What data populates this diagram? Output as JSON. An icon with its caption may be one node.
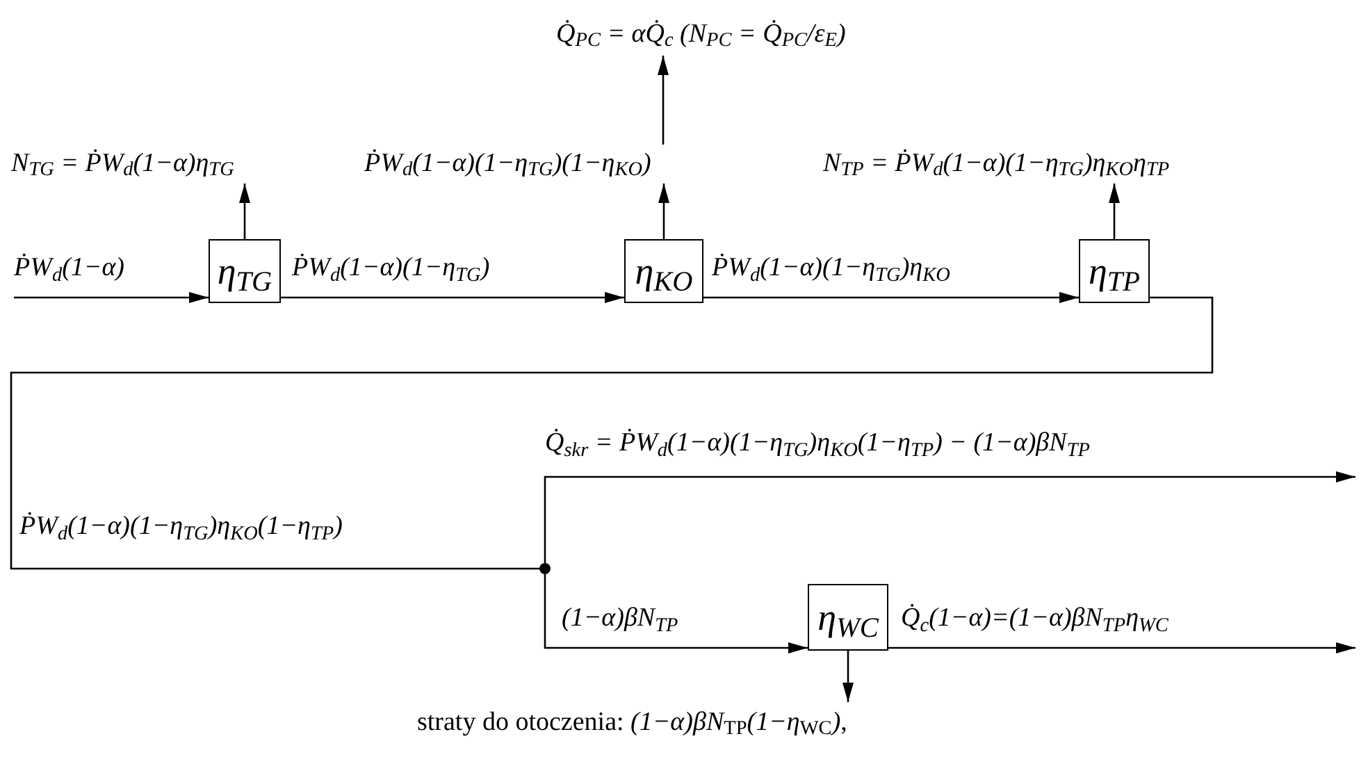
{
  "diagram": {
    "nodes": [
      {
        "text": [
          "η$_{TG}$"
        ]
      },
      {
        "text": [
          "η$_{KO}$"
        ]
      },
      {
        "text": [
          "η$_{TP}$"
        ]
      },
      {
        "text": [
          "η$_{WC}$"
        ]
      },
      {
        "text": [],
        "shape": "circle"
      },
      {
        "text": [
          "N$_{TG}$ = ṖW$_{d}$(1−α)η$_{TG}$"
        ]
      },
      {
        "text": [
          "ṖW$_{d}$(1−α)(1−η$_{TG}$)(1−η$_{KO}$)"
        ]
      },
      {
        "text": [
          "Q̇$_{PC}$ = αQ̇$_{c}$  (N$_{PC}$ = Q̇$_{PC}$/ε$_{E}$)"
        ]
      },
      {
        "text": [
          "N$_{TP}$ = ṖW$_{d}$(1−α)(1−η$_{TG}$)η$_{KO}$η$_{TP}$"
        ]
      },
      {
        "text": [
          "straty do otoczenia: *(1−α)βN*$_{TP}$*(1−η*$_{WC}$*)*,"
        ]
      }
    ],
    "edges": [
      {
        "from": null,
        "to": 0,
        "arrow": "to",
        "label": "ṖW$_{d}$(1−α)"
      },
      {
        "from": 0,
        "to": 1,
        "arrow": "to",
        "label": "ṖW$_{d}$(1−α)(1−η$_{TG}$)"
      },
      {
        "from": 1,
        "to": 2,
        "arrow": "to",
        "label": "ṖW$_{d}$(1−α)(1−η$_{TG}$)η$_{KO}$"
      },
      {
        "from": 2,
        "to": 4,
        "arrow": "none",
        "label": "ṖW$_{d}$(1−α)(1−η$_{TG}$)η$_{KO}$(1−η$_{TP}$)"
      },
      {
        "from": 4,
        "to": null,
        "arrow": "to",
        "label": "Q̇$_{skr}$ = ṖW$_{d}$(1−α)(1−η$_{TG}$)η$_{KO}$(1−η$_{TP}$) − (1−α)βN$_{TP}$"
      },
      {
        "from": 4,
        "to": 3,
        "arrow": "to",
        "label": "(1−α)βN$_{TP}$"
      },
      {
        "from": 3,
        "to": null,
        "arrow": "to",
        "label": "Q̇$_{c}$(1−α)=(1−α)βN$_{TP}$η$_{WC}$"
      },
      {
        "from": 0,
        "to": 5,
        "arrow": "to"
      },
      {
        "from": 1,
        "to": 6,
        "arrow": "to"
      },
      {
        "from": 6,
        "to": 7,
        "arrow": "to"
      },
      {
        "from": 2,
        "to": 8,
        "arrow": "to"
      },
      {
        "from": 3,
        "to": 9,
        "arrow": "to"
      }
    ]
  }
}
